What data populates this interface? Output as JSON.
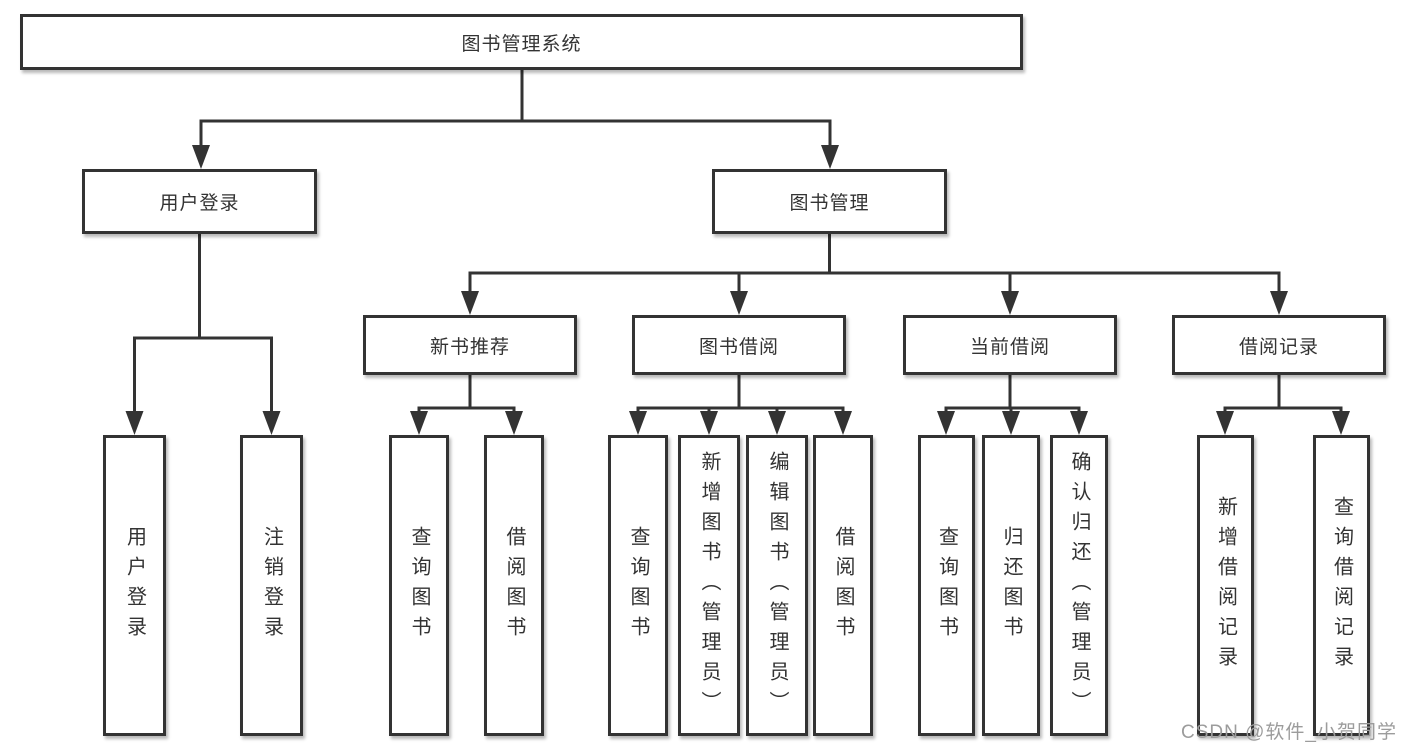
{
  "diagram": {
    "root": {
      "label": "图书管理系统"
    },
    "branches": [
      {
        "label": "用户登录",
        "children": [
          {
            "label": "用户登录"
          },
          {
            "label": "注销登录"
          }
        ]
      },
      {
        "label": "图书管理",
        "children": [
          {
            "label": "新书推荐",
            "children": [
              {
                "label": "查询图书"
              },
              {
                "label": "借阅图书"
              }
            ]
          },
          {
            "label": "图书借阅",
            "children": [
              {
                "label": "查询图书"
              },
              {
                "label": "新增图书（管理员）"
              },
              {
                "label": "编辑图书（管理员）"
              },
              {
                "label": "借阅图书"
              }
            ]
          },
          {
            "label": "当前借阅",
            "children": [
              {
                "label": "查询图书"
              },
              {
                "label": "归还图书"
              },
              {
                "label": "确认归还（管理员）"
              }
            ]
          },
          {
            "label": "借阅记录",
            "children": [
              {
                "label": "新增借阅记录"
              },
              {
                "label": "查询借阅记录"
              }
            ]
          }
        ]
      }
    ]
  },
  "watermark": "CSDN @软件_小贺同学",
  "colors": {
    "line": "#333333",
    "box_border": "#333333",
    "box_background": "#ffffff",
    "text": "#333333",
    "watermark_text": "#9c9c9c"
  }
}
